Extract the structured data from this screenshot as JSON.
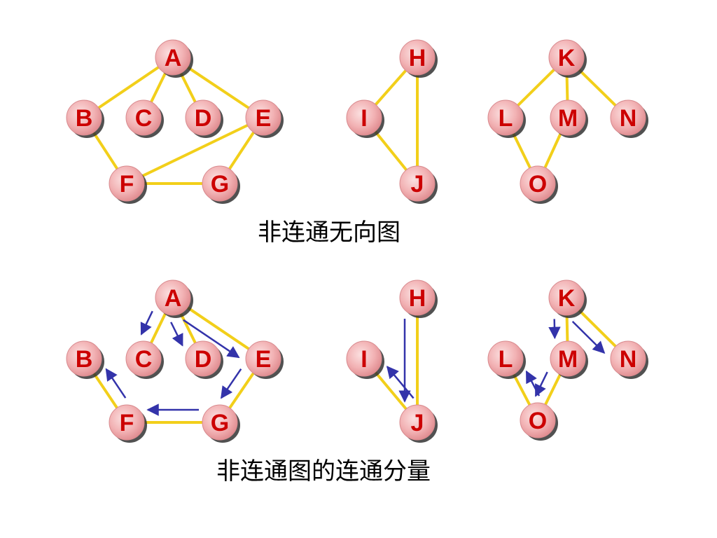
{
  "colors": {
    "edge": "#f2cf1a",
    "arrow": "#3333aa",
    "node_fill": "#f4b6b8",
    "node_shadow": "#333333",
    "node_label": "#cc0000",
    "caption": "#333399"
  },
  "top": {
    "caption": "非连通无向图",
    "nodes": [
      {
        "id": "A",
        "label": "A"
      },
      {
        "id": "B",
        "label": "B"
      },
      {
        "id": "C",
        "label": "C"
      },
      {
        "id": "D",
        "label": "D"
      },
      {
        "id": "E",
        "label": "E"
      },
      {
        "id": "F",
        "label": "F"
      },
      {
        "id": "G",
        "label": "G"
      },
      {
        "id": "H",
        "label": "H"
      },
      {
        "id": "I",
        "label": "I"
      },
      {
        "id": "J",
        "label": "J"
      },
      {
        "id": "K",
        "label": "K"
      },
      {
        "id": "L",
        "label": "L"
      },
      {
        "id": "M",
        "label": "M"
      },
      {
        "id": "N",
        "label": "N"
      },
      {
        "id": "O",
        "label": "O"
      }
    ],
    "edges": [
      [
        "A",
        "B"
      ],
      [
        "A",
        "C"
      ],
      [
        "A",
        "D"
      ],
      [
        "A",
        "E"
      ],
      [
        "B",
        "F"
      ],
      [
        "E",
        "F"
      ],
      [
        "E",
        "G"
      ],
      [
        "F",
        "G"
      ],
      [
        "H",
        "I"
      ],
      [
        "H",
        "J"
      ],
      [
        "I",
        "J"
      ],
      [
        "K",
        "L"
      ],
      [
        "K",
        "M"
      ],
      [
        "K",
        "N"
      ],
      [
        "L",
        "O"
      ],
      [
        "M",
        "O"
      ]
    ]
  },
  "bottom": {
    "caption": "非连通图的连通分量",
    "nodes": [
      {
        "id": "A",
        "label": "A"
      },
      {
        "id": "B",
        "label": "B"
      },
      {
        "id": "C",
        "label": "C"
      },
      {
        "id": "D",
        "label": "D"
      },
      {
        "id": "E",
        "label": "E"
      },
      {
        "id": "F",
        "label": "F"
      },
      {
        "id": "G",
        "label": "G"
      },
      {
        "id": "H",
        "label": "H"
      },
      {
        "id": "I",
        "label": "I"
      },
      {
        "id": "J",
        "label": "J"
      },
      {
        "id": "K",
        "label": "K"
      },
      {
        "id": "L",
        "label": "L"
      },
      {
        "id": "M",
        "label": "M"
      },
      {
        "id": "N",
        "label": "N"
      },
      {
        "id": "O",
        "label": "O"
      }
    ],
    "edges": [
      [
        "A",
        "C"
      ],
      [
        "A",
        "D"
      ],
      [
        "A",
        "E"
      ],
      [
        "E",
        "G"
      ],
      [
        "G",
        "F"
      ],
      [
        "F",
        "B"
      ],
      [
        "H",
        "J"
      ],
      [
        "J",
        "I"
      ],
      [
        "K",
        "M"
      ],
      [
        "K",
        "N"
      ],
      [
        "M",
        "O"
      ],
      [
        "O",
        "L"
      ]
    ],
    "traversal_arrows": [
      [
        "A",
        "C"
      ],
      [
        "A",
        "D"
      ],
      [
        "A",
        "E"
      ],
      [
        "E",
        "G"
      ],
      [
        "G",
        "F"
      ],
      [
        "F",
        "B"
      ],
      [
        "H",
        "J"
      ],
      [
        "J",
        "I"
      ],
      [
        "K",
        "M"
      ],
      [
        "K",
        "N"
      ],
      [
        "M",
        "O"
      ],
      [
        "O",
        "L"
      ]
    ]
  }
}
